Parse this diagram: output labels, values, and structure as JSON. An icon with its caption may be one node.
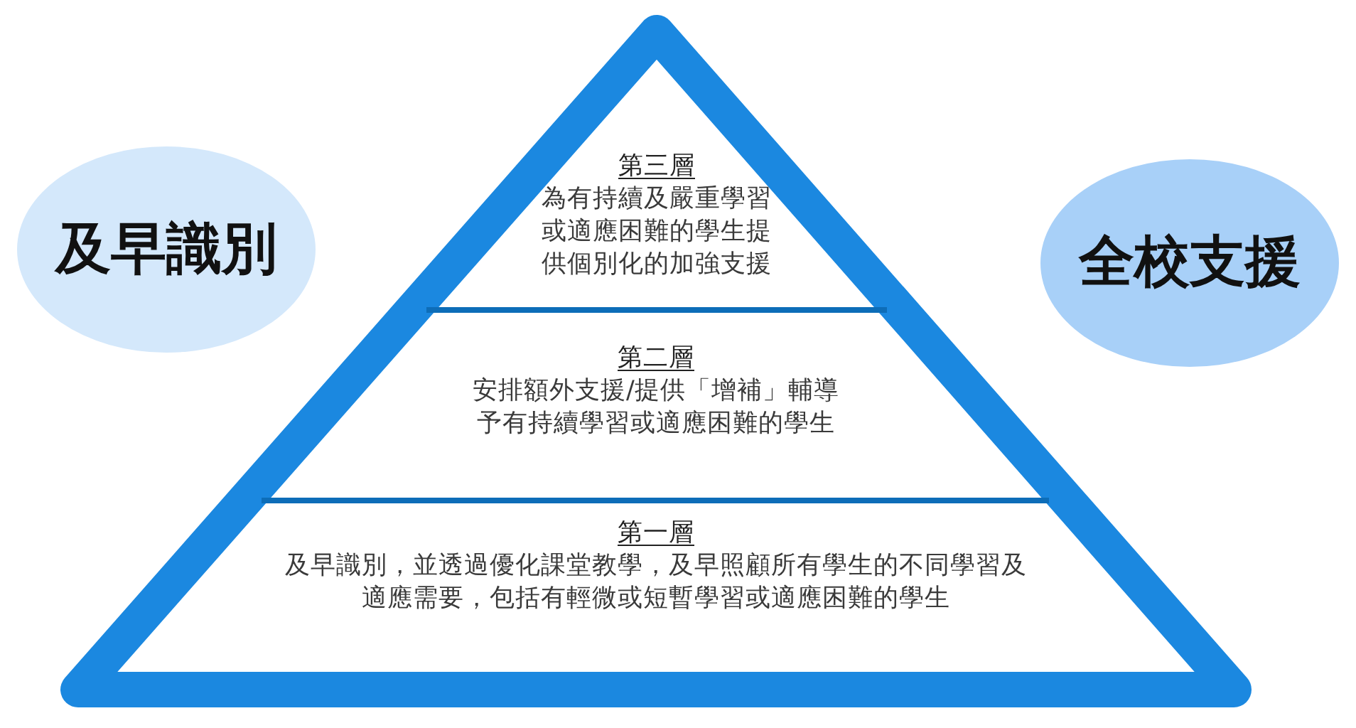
{
  "diagram": {
    "nodes": [
      {
        "text": [
          "及早識別"
        ]
      },
      {
        "text": [
          "第三層",
          "為有持續及嚴重學習或適應困難的學生提供個別化的加強支援"
        ]
      },
      {
        "text": [
          "第二層",
          "安排額外支援/提供「增補」輔導予有持續學習或適應困難的學生"
        ]
      },
      {
        "text": [
          "第一層",
          "及早識別，並透過優化課堂教學，及早照顧所有學生的不同學習及適應需要，包括有輕微或短暫學習或適應困難的學生"
        ]
      },
      {
        "text": [
          "全校支援"
        ]
      }
    ]
  }
}
